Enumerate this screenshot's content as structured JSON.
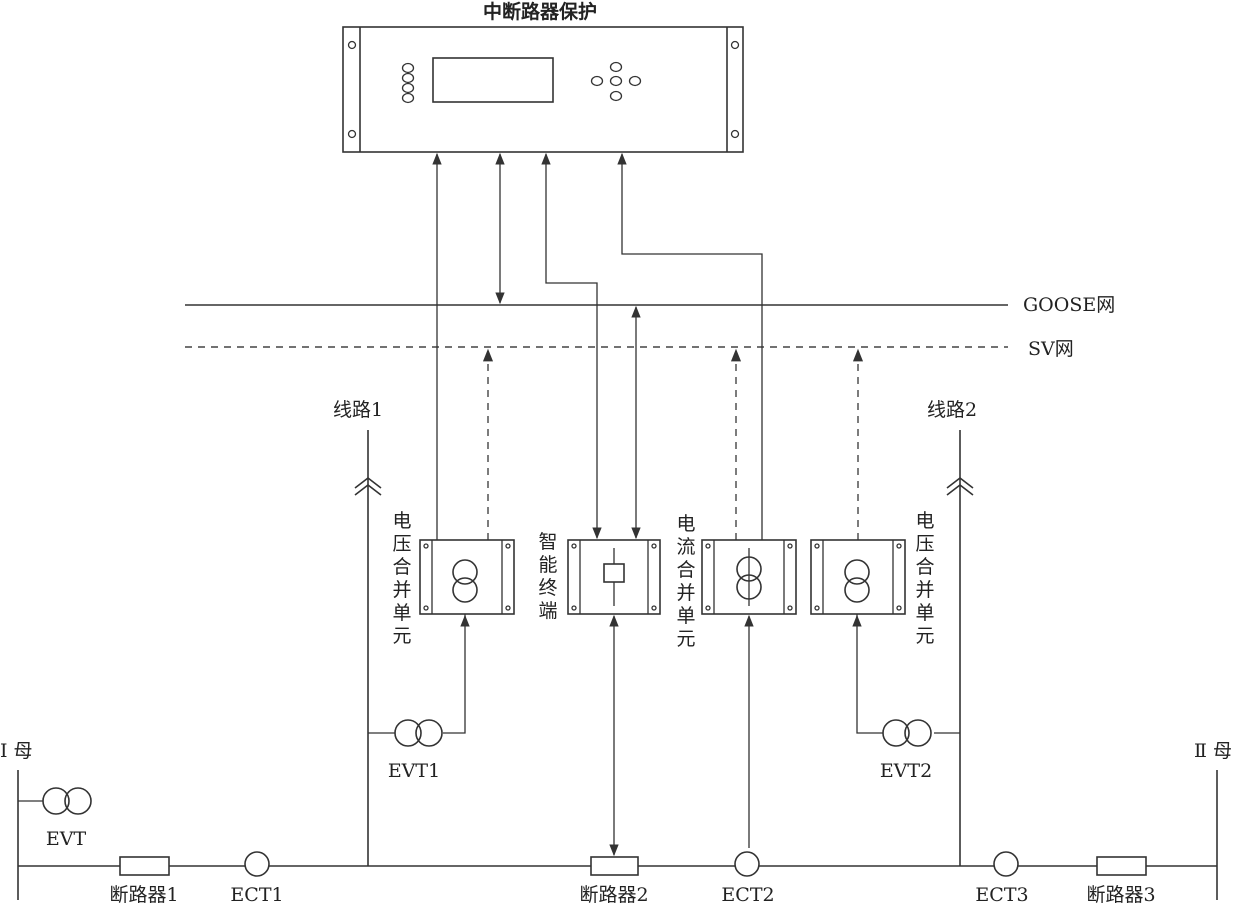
{
  "title": "中断路器保护",
  "networks": {
    "goose": "GOOSE网",
    "sv": "SV网"
  },
  "lines": {
    "line1": "线路1",
    "line2": "线路2"
  },
  "buses": {
    "bus1": "Ⅰ 母",
    "bus2": "Ⅱ 母"
  },
  "units": {
    "voltage_mu_left": [
      "电",
      "压",
      "合",
      "并",
      "单",
      "元"
    ],
    "intelligent_terminal": [
      "智",
      "能",
      "终",
      "端"
    ],
    "current_mu": [
      "电",
      "流",
      "合",
      "并",
      "单",
      "元"
    ],
    "voltage_mu_right": [
      "电",
      "压",
      "合",
      "并",
      "单",
      "元"
    ]
  },
  "devices": {
    "evt": "EVT",
    "evt1": "EVT1",
    "evt2": "EVT2",
    "breaker1": "断路器1",
    "breaker2": "断路器2",
    "breaker3": "断路器3",
    "ect1": "ECT1",
    "ect2": "ECT2",
    "ect3": "ECT3"
  }
}
